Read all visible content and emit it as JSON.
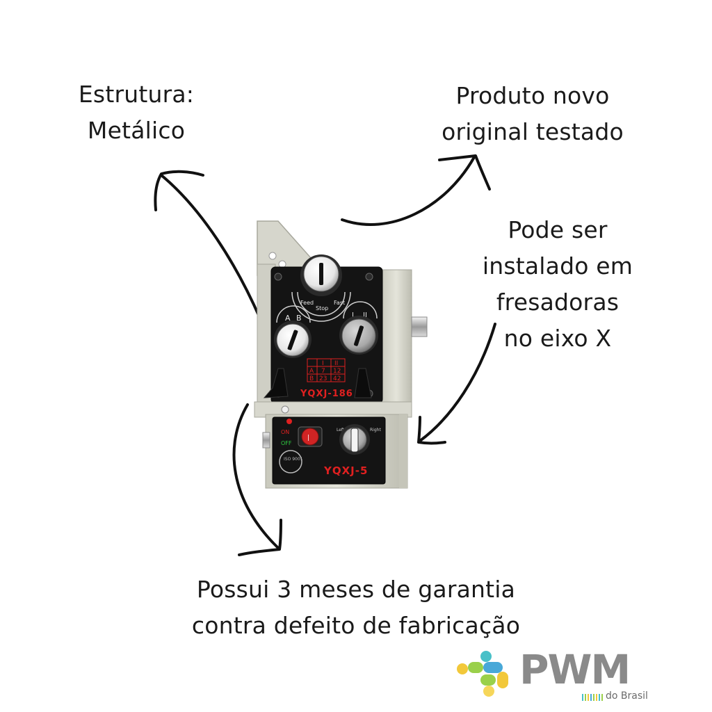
{
  "callouts": {
    "structure": [
      "Estrutura:",
      "Metálico"
    ],
    "new_product": [
      "Produto novo",
      "original testado"
    ],
    "install": [
      "Pode ser",
      "instalado em",
      "fresadoras",
      "no eixo X"
    ],
    "warranty": [
      "Possui 3 meses de garantia",
      "contra defeito de fabricação"
    ]
  },
  "device": {
    "upper_model": "YQXJ-186",
    "lower_model": "YQXJ-5",
    "feed_labels": [
      "Feed",
      "Stop",
      "Fast"
    ],
    "ab_labels": [
      "A",
      "B"
    ],
    "roman_labels": [
      "I",
      "II"
    ],
    "speed_table": {
      "header": [
        "",
        "I",
        "II"
      ],
      "rows": [
        [
          "A",
          "7",
          "12"
        ],
        [
          "B",
          "23",
          "42"
        ]
      ]
    },
    "switch_on": "ON",
    "switch_off": "OFF",
    "direction_left": "Left",
    "direction_right": "Right",
    "iso_label": "ISO 9001"
  },
  "logo": {
    "word": "PWM",
    "sub": "do Brasil"
  },
  "colors": {
    "panel_black": "#141414",
    "housing": "#dcdcd2",
    "panel_red_text": "#e02020",
    "button_red": "#d02424",
    "logo_gray": "#8a8a8a"
  }
}
